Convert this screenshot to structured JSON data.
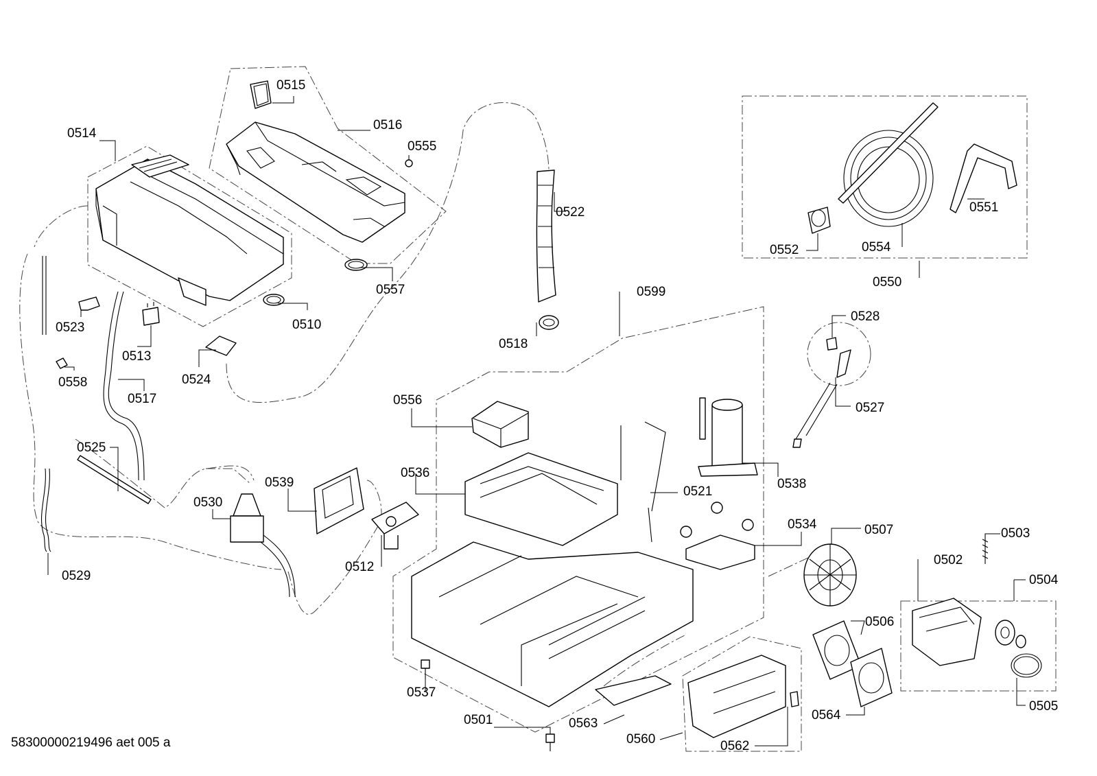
{
  "document_id": "58300000219496 aet 005 a",
  "labels": {
    "p0514": "0514",
    "p0515": "0515",
    "p0516": "0516",
    "p0555": "0555",
    "p0557": "0557",
    "p0510": "0510",
    "p0523": "0523",
    "p0513": "0513",
    "p0558": "0558",
    "p0524": "0524",
    "p0517": "0517",
    "p0525": "0525",
    "p0529": "0529",
    "p0530": "0530",
    "p0539": "0539",
    "p0512": "0512",
    "p0522": "0522",
    "p0518": "0518",
    "p0599": "0599",
    "p0556": "0556",
    "p0536": "0536",
    "p0521": "0521",
    "p0538": "0538",
    "p0534": "0534",
    "p0507": "0507",
    "p0503": "0503",
    "p0502": "0502",
    "p0504": "0504",
    "p0506": "0506",
    "p0564": "0564",
    "p0505": "0505",
    "p0537": "0537",
    "p0501": "0501",
    "p0563": "0563",
    "p0560": "0560",
    "p0562": "0562",
    "p0550": "0550",
    "p0551": "0551",
    "p0552": "0552",
    "p0554": "0554",
    "p0528": "0528",
    "p0527": "0527"
  }
}
